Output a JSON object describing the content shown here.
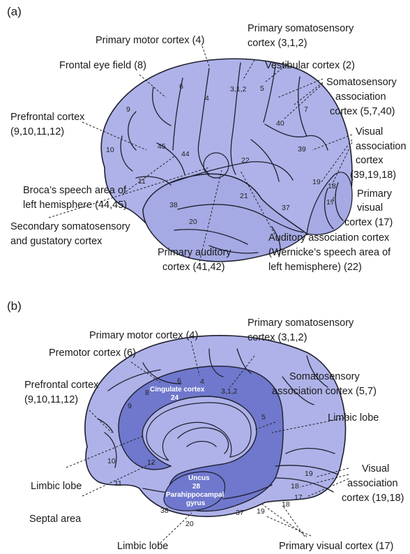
{
  "colors": {
    "cortex": "#aeb2e8",
    "cortex_dark": "#8c92d9",
    "limbic": "#6f78cc",
    "outline": "#1f1f2e"
  },
  "panel_a": {
    "tag": "(a)",
    "labels": {
      "primary_motor": "Primary motor cortex (4)",
      "primary_somato_1": "Primary somatosensory",
      "primary_somato_2": "cortex (3,1,2)",
      "frontal_eye": "Frontal eye field (8)",
      "vestibular": "Vestibular cortex (2)",
      "somato_assoc_1": "Somatosensory",
      "somato_assoc_2": "association",
      "somato_assoc_3": "cortex (5,7,40)",
      "prefrontal_1": "Prefrontal cortex",
      "prefrontal_2": "(9,10,11,12)",
      "visual_assoc_1": "Visual",
      "visual_assoc_2": "association",
      "visual_assoc_3": "cortex",
      "visual_assoc_4": "(39,19,18)",
      "primary_visual_1": "Primary",
      "primary_visual_2": "visual",
      "primary_visual_3": "cortex (17)",
      "broca_1": "Broca’s speech area of",
      "broca_2": "left hemisphere (44,45)",
      "secondary_somato_1": "Secondary somatosensory",
      "secondary_somato_2": "and gustatory cortex",
      "primary_auditory_1": "Primary auditory",
      "primary_auditory_2": "cortex (41,42)",
      "auditory_assoc_1": "Auditory association cortex",
      "auditory_assoc_2": "(Wernicke’s speech area of",
      "auditory_assoc_3": "left hemisphere) (22)"
    },
    "areas": {
      "a6": "6",
      "a4": "4",
      "a312": "3,1,2",
      "a5": "5",
      "a7": "7",
      "a9": "9",
      "a40": "40",
      "a39": "39",
      "a10": "10",
      "a45": "45",
      "a44": "44",
      "a22": "22",
      "a11": "11",
      "a21": "21",
      "a19": "19",
      "a18": "18",
      "a17": "17",
      "a38": "38",
      "a37": "37",
      "a20": "20"
    }
  },
  "panel_b": {
    "tag": "(b)",
    "labels": {
      "primary_motor": "Primary motor cortex (4)",
      "primary_somato_1": "Primary somatosensory",
      "primary_somato_2": "cortex (3,1,2)",
      "premotor": "Premotor cortex (6)",
      "somato_assoc_1": "Somatosensory",
      "somato_assoc_2": "association cortex (5,7)",
      "prefrontal_1": "Prefrontal cortex",
      "prefrontal_2": "(9,10,11,12)",
      "limbic_lobe_right": "Limbic lobe",
      "limbic_lobe_left": "Limbic lobe",
      "visual_assoc_1": "Visual",
      "visual_assoc_2": "association",
      "visual_assoc_3": "cortex (19,18)",
      "septal": "Septal area",
      "limbic_lobe_bottom": "Limbic lobe",
      "primary_visual": "Primary visual cortex (17)"
    },
    "inner": {
      "cingulate_1": "Cingulate cortex",
      "cingulate_2": "24",
      "uncus_1": "Uncus",
      "uncus_2": "28",
      "parahippo_1": "Parahippocampal",
      "parahippo_2": "gyrus"
    },
    "areas": {
      "b6": "6",
      "b4": "4",
      "b8": "8",
      "b312": "3,1,2",
      "b9": "9",
      "b5": "5",
      "b10": "10",
      "b12": "12",
      "b11": "11",
      "b19a": "19",
      "b18a": "18",
      "b17": "17",
      "b18b": "18",
      "b38": "38",
      "b37": "37",
      "b19b": "19",
      "b20": "20"
    }
  }
}
